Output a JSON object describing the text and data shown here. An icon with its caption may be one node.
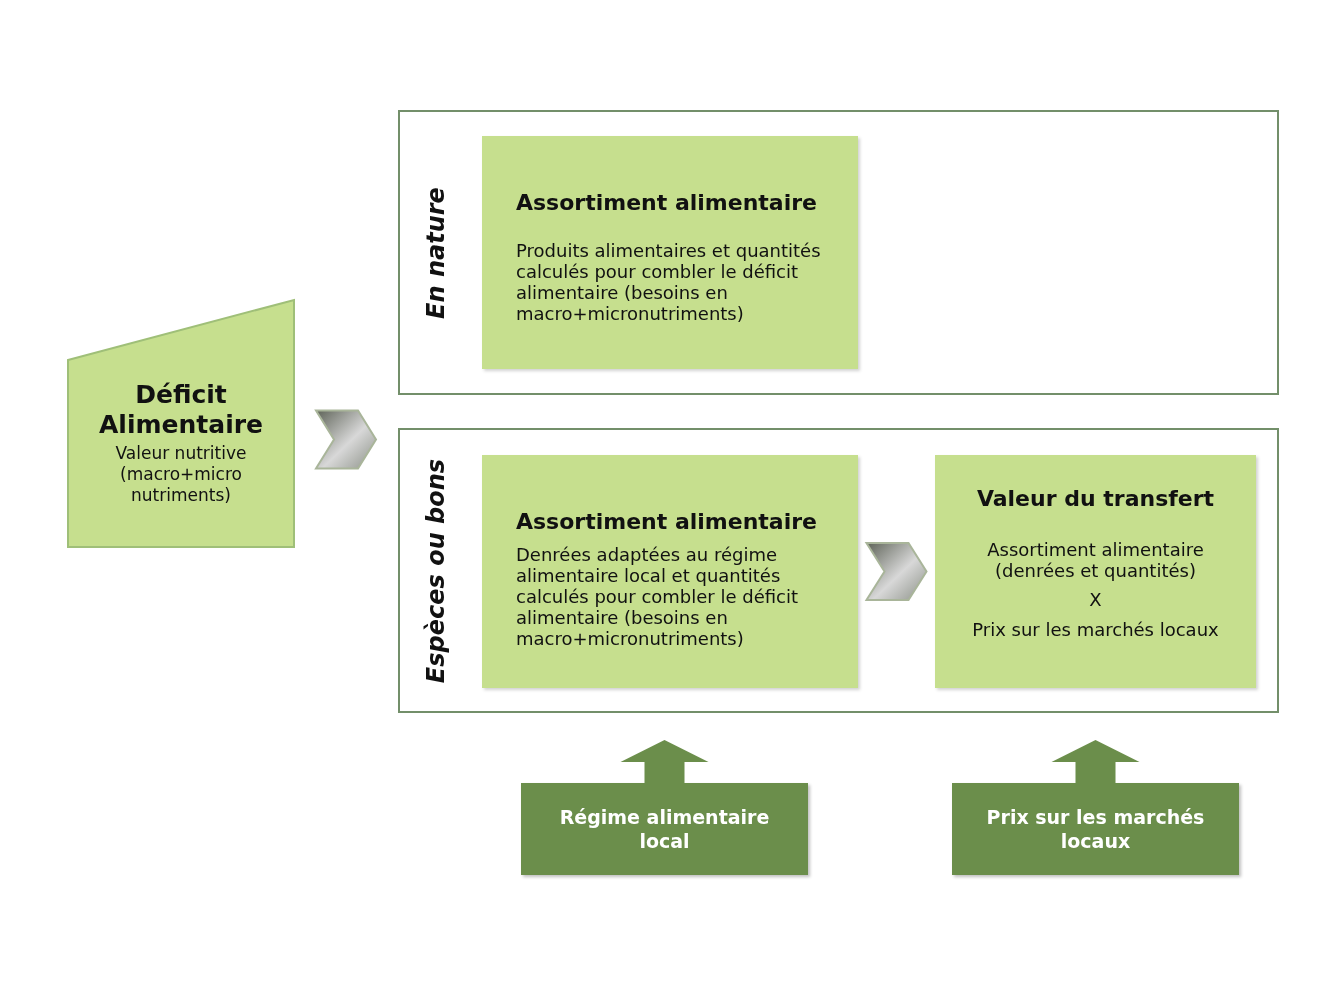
{
  "diagram": {
    "nodes": [
      {
        "text": [
          "Déficit Alimentaire",
          "Valeur nutritive (macro+micro nutriments)"
        ]
      },
      {
        "text": [
          "En nature"
        ]
      },
      {
        "text": [
          "Assortiment alimentaire",
          "Produits alimentaires et quantités calculés pour combler le déficit alimentaire (besoins en macro+micronutriments)"
        ],
        "in": 1
      },
      {
        "text": [
          "Espèces ou bons"
        ]
      },
      {
        "text": [
          "Assortiment alimentaire",
          "Denrées adaptées au régime alimentaire local et quantités calculés pour combler le déficit alimentaire (besoins en macro+micronutriments)"
        ],
        "in": 3
      },
      {
        "text": [
          "Valeur du transfert",
          "Assortiment alimentaire (denrées et quantités)",
          "X",
          "Prix sur les marchés locaux"
        ],
        "in": 3
      },
      {
        "text": [
          "Régime alimentaire local"
        ]
      },
      {
        "text": [
          "Prix sur les marchés locaux"
        ]
      }
    ],
    "edges": [
      {
        "from": 0,
        "to": 1,
        "arrow": "to"
      },
      {
        "from": 0,
        "to": 3,
        "arrow": "to"
      },
      {
        "from": 4,
        "to": 5,
        "arrow": "to"
      },
      {
        "from": 6,
        "to": 4,
        "arrow": "to"
      },
      {
        "from": 7,
        "to": 5,
        "arrow": "to"
      }
    ]
  }
}
